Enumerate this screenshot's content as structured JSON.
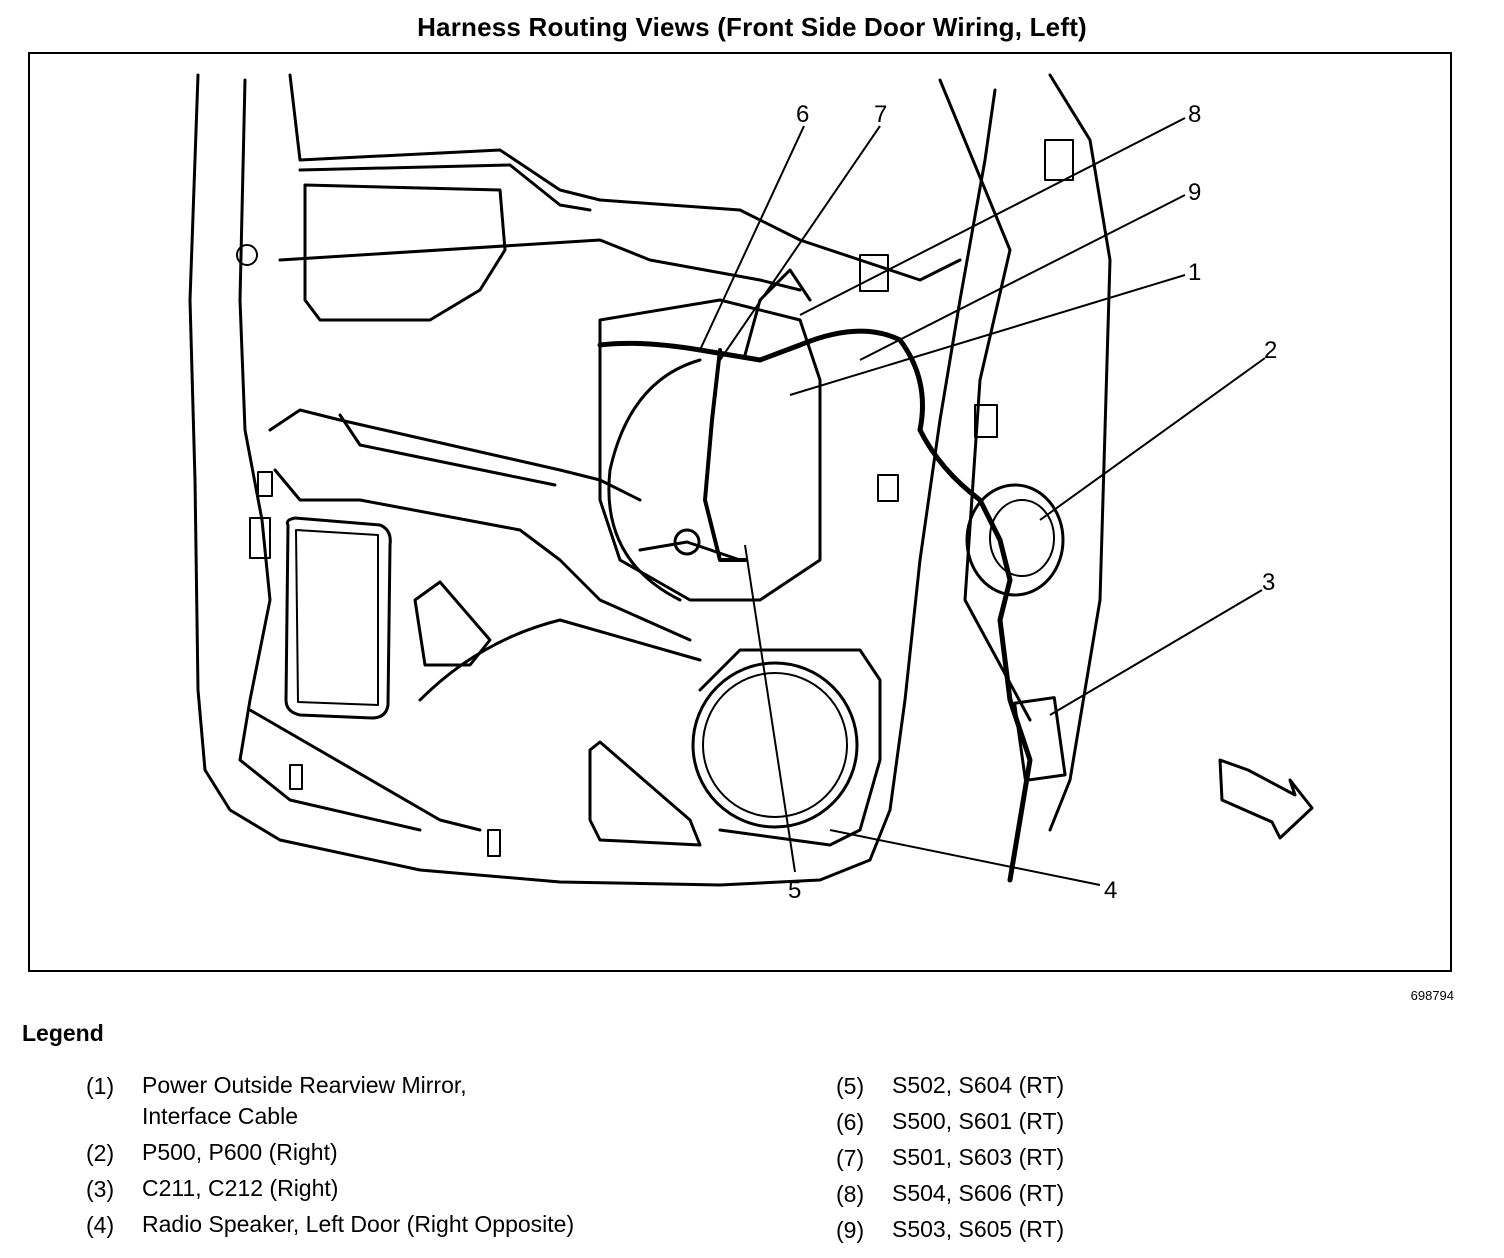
{
  "title": "Harness Routing Views (Front Side Door Wiring, Left)",
  "figure_id": "698794",
  "callouts": [
    "1",
    "2",
    "3",
    "4",
    "5",
    "6",
    "7",
    "8",
    "9"
  ],
  "legend": {
    "heading": "Legend",
    "items": [
      {
        "num": "(1)",
        "text": "Power Outside Rearview Mirror,\nInterface Cable"
      },
      {
        "num": "(2)",
        "text": "P500, P600 (Right)"
      },
      {
        "num": "(3)",
        "text": "C211, C212 (Right)"
      },
      {
        "num": "(4)",
        "text": "Radio Speaker, Left Door (Right Opposite)"
      },
      {
        "num": "(5)",
        "text": "S502, S604 (RT)"
      },
      {
        "num": "(6)",
        "text": "S500, S601 (RT)"
      },
      {
        "num": "(7)",
        "text": "S501, S603 (RT)"
      },
      {
        "num": "(8)",
        "text": "S504, S606 (RT)"
      },
      {
        "num": "(9)",
        "text": "S503, S605 (RT)"
      }
    ]
  }
}
